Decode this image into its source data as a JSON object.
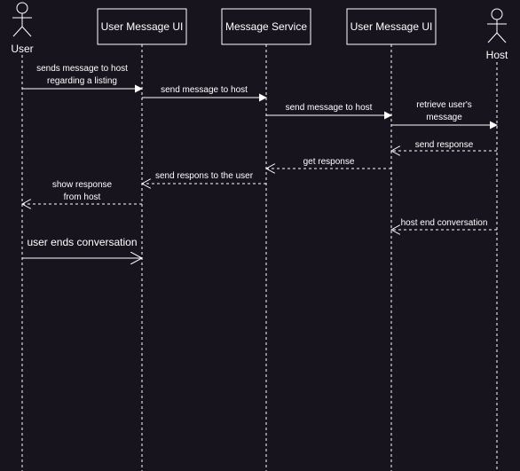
{
  "colors": {
    "background": "#18141d",
    "line": "#ffffff"
  },
  "actors": [
    {
      "id": "user",
      "kind": "stick-figure",
      "name": "User"
    },
    {
      "id": "ui1",
      "kind": "box",
      "name": "User Message UI"
    },
    {
      "id": "svc",
      "kind": "box",
      "name": "Message Service"
    },
    {
      "id": "ui2",
      "kind": "box",
      "name": "User Message UI"
    },
    {
      "id": "host",
      "kind": "stick-figure",
      "name": "Host"
    }
  ],
  "messages": [
    {
      "from": "user",
      "to": "ui1",
      "style": "solid",
      "lines": [
        "sends message to host",
        "regarding a listing"
      ]
    },
    {
      "from": "ui1",
      "to": "svc",
      "style": "solid",
      "lines": [
        "send message to host"
      ]
    },
    {
      "from": "svc",
      "to": "ui2",
      "style": "solid",
      "lines": [
        "send message to host"
      ]
    },
    {
      "from": "ui2",
      "to": "host",
      "style": "solid",
      "lines": [
        "retrieve user's",
        "message"
      ]
    },
    {
      "from": "host",
      "to": "ui2",
      "style": "dashed",
      "lines": [
        "send response"
      ]
    },
    {
      "from": "ui2",
      "to": "svc",
      "style": "dashed",
      "lines": [
        "get response"
      ]
    },
    {
      "from": "svc",
      "to": "ui1",
      "style": "dashed",
      "lines": [
        "send respons to the user"
      ]
    },
    {
      "from": "ui1",
      "to": "user",
      "style": "dashed",
      "lines": [
        "show response",
        "from host"
      ]
    },
    {
      "from": "host",
      "to": "ui2",
      "style": "dashed",
      "lines": [
        "host end conversation"
      ]
    },
    {
      "from": "user",
      "to": "ui1",
      "style": "solid-open",
      "lines": [
        "user ends conversation"
      ]
    }
  ]
}
